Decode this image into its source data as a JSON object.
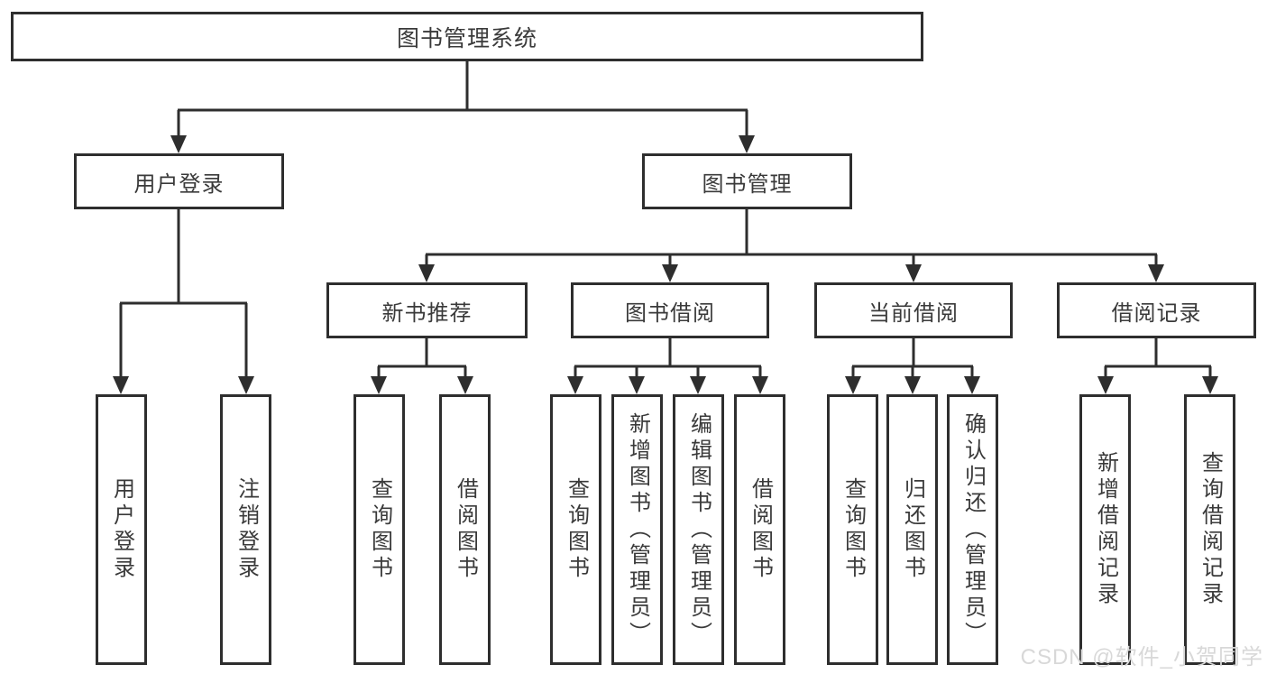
{
  "diagram": {
    "type": "functional-structure-tree",
    "root": {
      "label": "图书管理系统"
    },
    "branches": [
      {
        "label": "用户登录",
        "children": [
          {
            "label": "用户登录"
          },
          {
            "label": "注销登录"
          }
        ]
      },
      {
        "label": "图书管理",
        "children": [
          {
            "label": "新书推荐",
            "children": [
              {
                "label": "查询图书"
              },
              {
                "label": "借阅图书"
              }
            ]
          },
          {
            "label": "图书借阅",
            "children": [
              {
                "label": "查询图书"
              },
              {
                "label": "新增图书（管理员）"
              },
              {
                "label": "编辑图书（管理员）"
              },
              {
                "label": "借阅图书"
              }
            ]
          },
          {
            "label": "当前借阅",
            "children": [
              {
                "label": "查询图书"
              },
              {
                "label": "归还图书"
              },
              {
                "label": "确认归还（管理员）"
              }
            ]
          },
          {
            "label": "借阅记录",
            "children": [
              {
                "label": "新增借阅记录"
              },
              {
                "label": "查询借阅记录"
              }
            ]
          }
        ]
      }
    ]
  },
  "watermark": {
    "text": "CSDN @软件_小贺同学"
  },
  "colors": {
    "background": "#ffffff",
    "line": "#2e2e2e",
    "box_border": "#2e2e2e",
    "text": "#3a3a3a",
    "watermark": "#d8d8d8"
  }
}
